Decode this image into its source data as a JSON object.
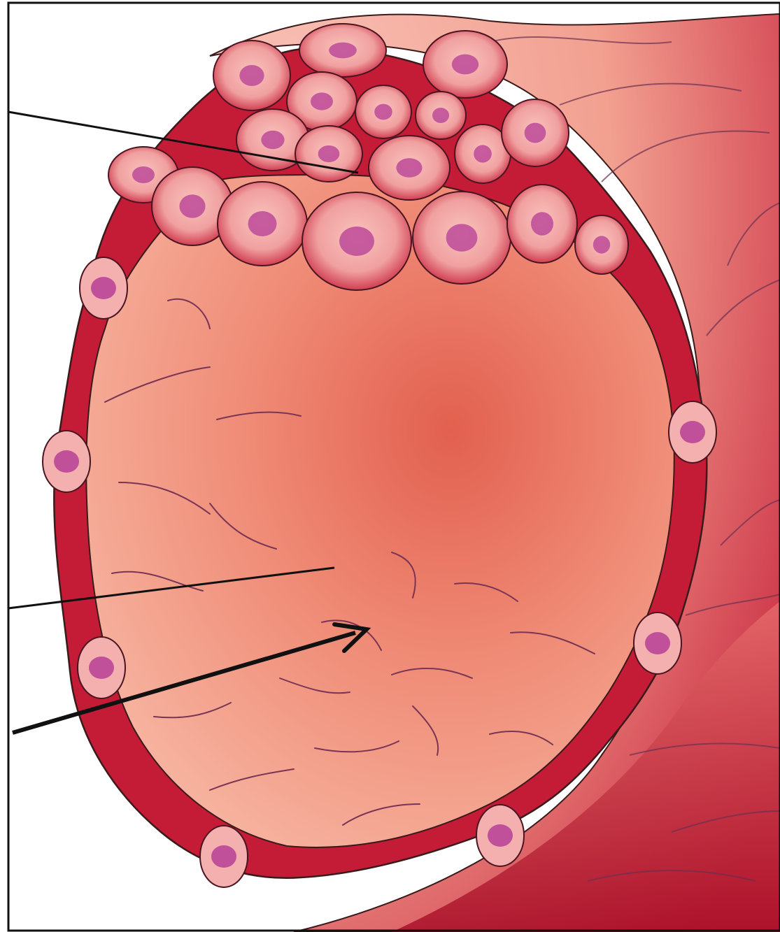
{
  "figure": {
    "subject": "blastocyst-illustration",
    "labels": [],
    "pointer_lines": [
      {
        "name": "pointer-line-inner-cell-mass",
        "style": "thin"
      },
      {
        "name": "pointer-line-blastocoel",
        "style": "thin"
      },
      {
        "name": "pointer-arrow-cavity",
        "style": "bold-arrow"
      }
    ]
  },
  "colors": {
    "background": "#ffffff",
    "cavity_light": "#f7b4a0",
    "cavity_deep": "#e2604f",
    "cell_fill": "#f4a8a4",
    "cell_edge": "#b5122e",
    "nucleus": "#c0509a",
    "outline": "#3a1a1a",
    "membrane_dark": "#9c1027",
    "pointer": "#111111"
  }
}
